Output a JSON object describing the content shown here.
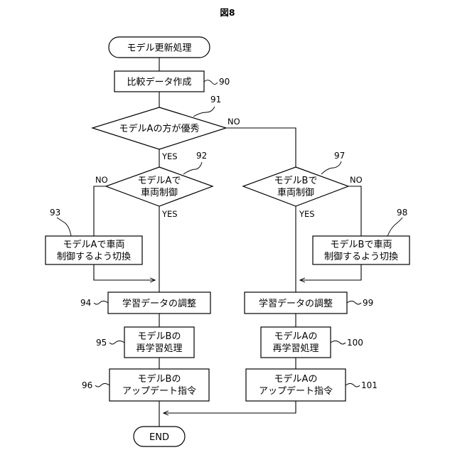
{
  "figure_label": "図8",
  "nodes": {
    "start": "モデル更新処理",
    "n90": "比較データ作成",
    "n91": "モデルAの方が優秀",
    "n92": [
      "モデルAで",
      "車両制御"
    ],
    "n97": [
      "モデルBで",
      "車両制御"
    ],
    "n93": [
      "モデルAで車両",
      "制御するよう切換"
    ],
    "n98": [
      "モデルBで車両",
      "制御するよう切換"
    ],
    "n94": "学習データの調整",
    "n99": "学習データの調整",
    "n95": [
      "モデルBの",
      "再学習処理"
    ],
    "n100": [
      "モデルAの",
      "再学習処理"
    ],
    "n96": [
      "モデルBの",
      "アップデート指令"
    ],
    "n101": [
      "モデルAの",
      "アップデート指令"
    ],
    "end": "END"
  },
  "labels": {
    "yes": "YES",
    "no": "NO"
  },
  "refs": {
    "r90": "90",
    "r91": "91",
    "r92": "92",
    "r93": "93",
    "r94": "94",
    "r95": "95",
    "r96": "96",
    "r97": "97",
    "r98": "98",
    "r99": "99",
    "r100": "100",
    "r101": "101"
  }
}
